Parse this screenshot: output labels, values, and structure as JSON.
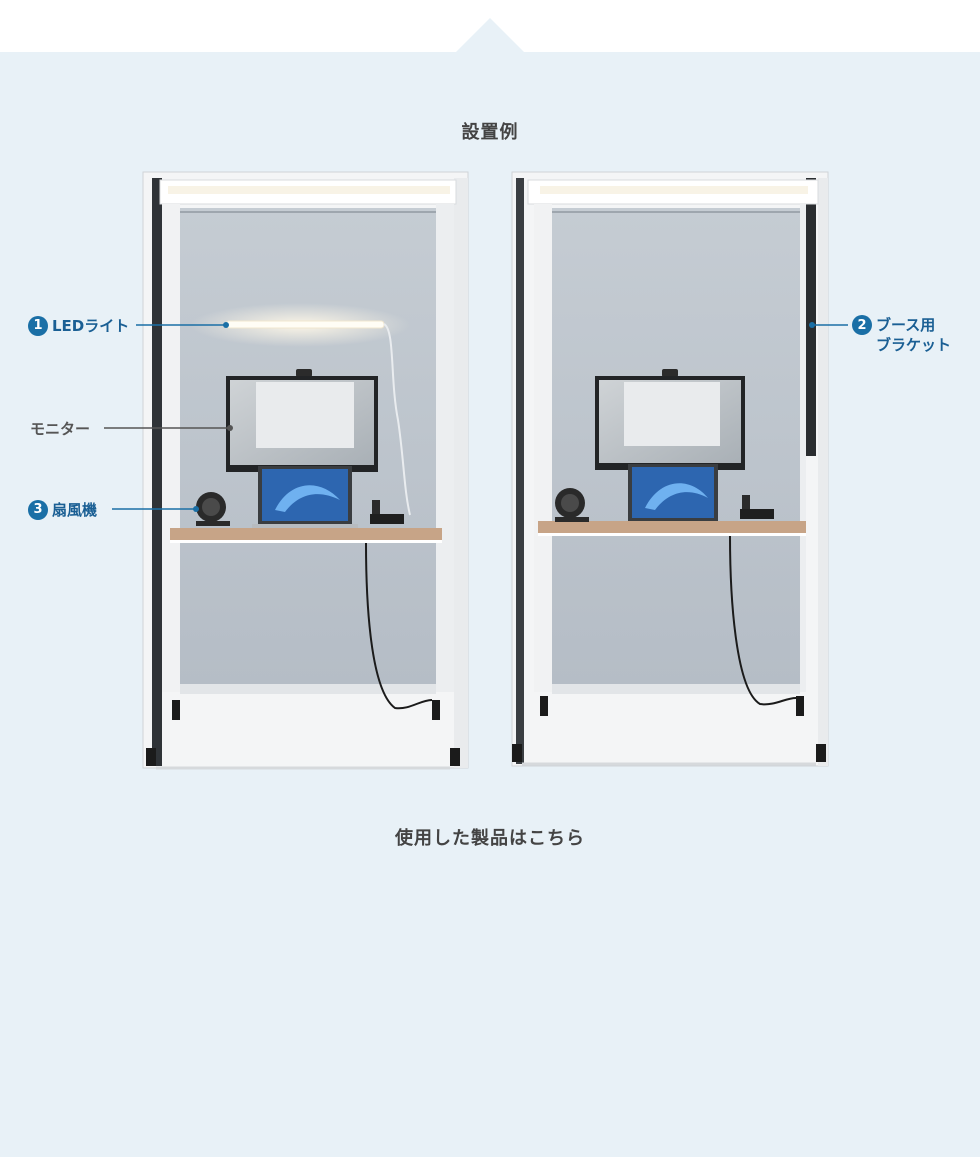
{
  "section": {
    "install_title": "設置例",
    "products_title": "使用した製品はこちら"
  },
  "callouts": {
    "led": {
      "num": "1",
      "label": "LEDライト"
    },
    "monitor": {
      "label": "モニター"
    },
    "fan": {
      "num": "3",
      "label": "扇風機"
    },
    "bracket": {
      "num": "2",
      "line1": "ブース用",
      "line2": "ブラケット"
    }
  },
  "colors": {
    "panel_bg": "#e8f1f7",
    "accent": "#1a6fa6",
    "label_blue": "#1a5f94",
    "label_grey": "#555555"
  }
}
